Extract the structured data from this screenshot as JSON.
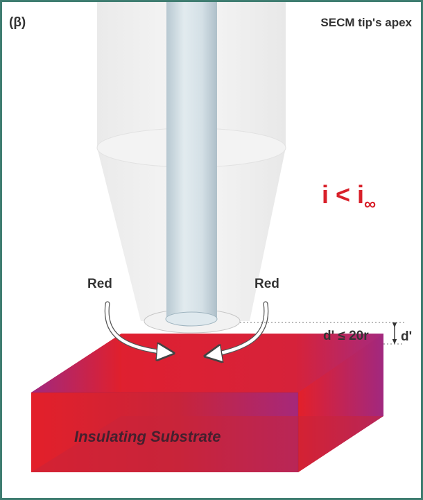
{
  "panel_label": "(β)",
  "title": "SECM tip's apex",
  "current": {
    "main": "i < i",
    "subscript": "∞"
  },
  "species_left": "Red",
  "species_right": "Red",
  "distance_condition": "d' ≤ 20r",
  "distance_marker": "d'",
  "substrate_label": "Insulating Substrate",
  "colors": {
    "frame": "#3f7d71",
    "substrate_red": "#e3202a",
    "substrate_purple": "#9b2a85",
    "current_text": "#d8202a",
    "label_text": "#333333"
  }
}
